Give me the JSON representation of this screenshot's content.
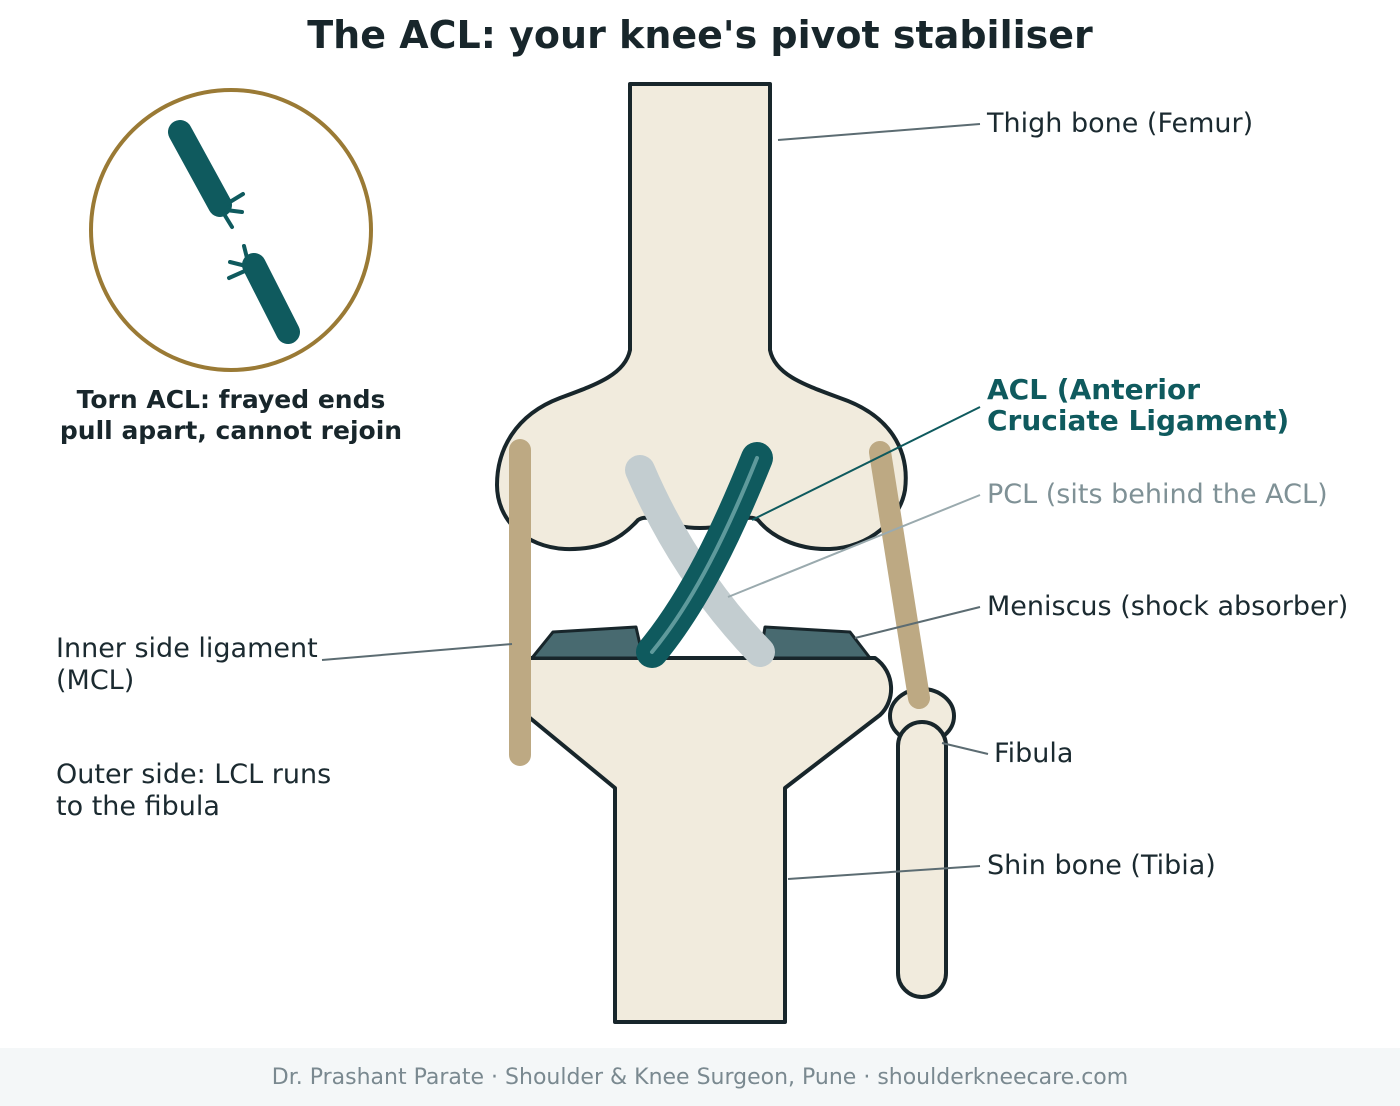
{
  "title": "The ACL: your knee's pivot stabiliser",
  "labels": {
    "femur": "Thigh bone (Femur)",
    "acl_line1": "ACL (Anterior",
    "acl_line2": "Cruciate Ligament)",
    "pcl": "PCL (sits behind the ACL)",
    "meniscus": "Meniscus (shock absorber)",
    "mcl_line1": "Inner side ligament",
    "mcl_line2": "(MCL)",
    "lcl_line1": "Outer side: LCL runs",
    "lcl_line2": "to the fibula",
    "fibula": "Fibula",
    "tibia": "Shin bone (Tibia)"
  },
  "inset": {
    "caption_line1": "Torn ACL: frayed ends",
    "caption_line2": "pull apart, cannot rejoin"
  },
  "footer": "Dr. Prashant Parate · Shoulder & Knee Surgeon, Pune · shoulderkneecare.com",
  "colors": {
    "bone": "#f1ebdd",
    "outline": "#18262b",
    "acl": "#0f5a5e",
    "pcl": "#c3cdd0",
    "meniscus": "#486a70",
    "side_ligament": "#bda983",
    "inset_ring": "#9a7a35"
  }
}
